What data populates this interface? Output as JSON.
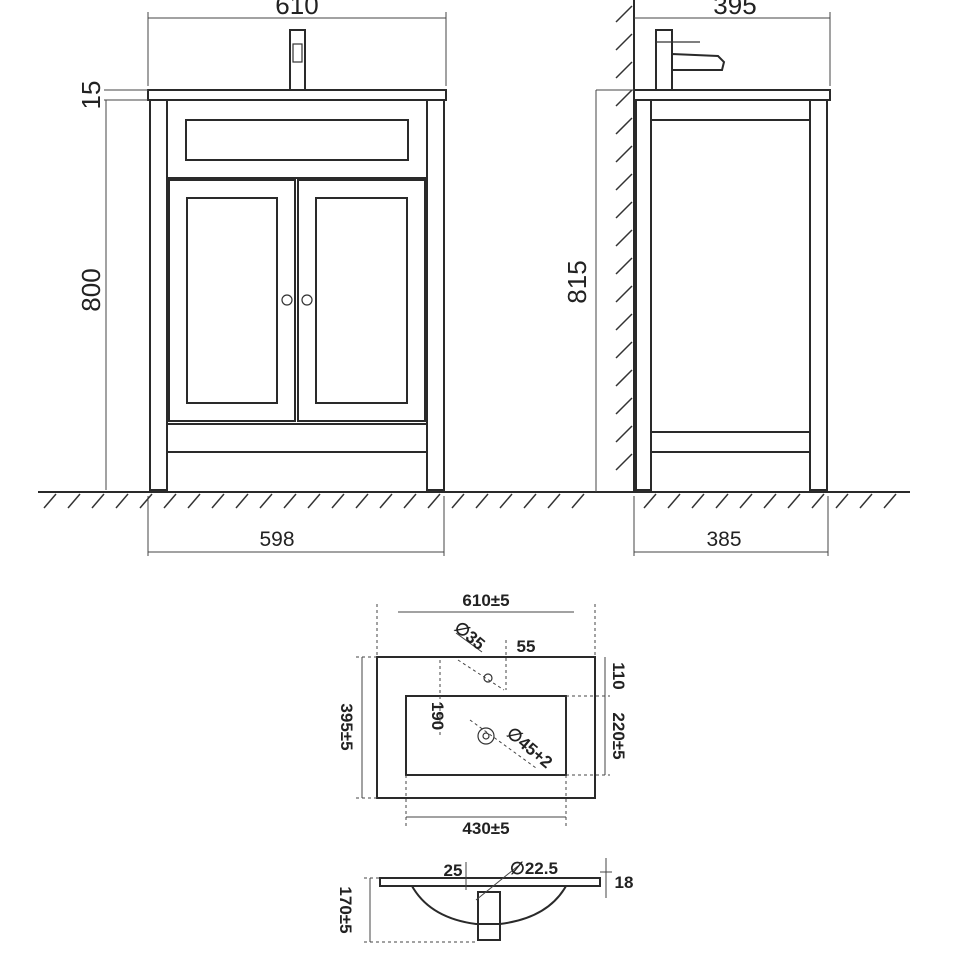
{
  "front_view": {
    "overall_width": "610",
    "worktop_thickness": "15",
    "cabinet_height": "800",
    "base_width": "598"
  },
  "side_view": {
    "overall_depth": "395",
    "total_height": "815",
    "base_depth": "385"
  },
  "basin_top_view": {
    "width": "610±5",
    "tap_hole_diameter": "∅35",
    "tap_offset": "55",
    "back_margin": "110",
    "depth": "395±5",
    "bowl_depth": "190",
    "bowl_front_depth": "220±5",
    "waste_diameter": "∅45+2",
    "bowl_width": "430±5"
  },
  "basin_section_view": {
    "overflow_offset": "25",
    "waste_diameter": "∅22.5",
    "rim_thickness": "18",
    "basin_height": "170±5"
  }
}
